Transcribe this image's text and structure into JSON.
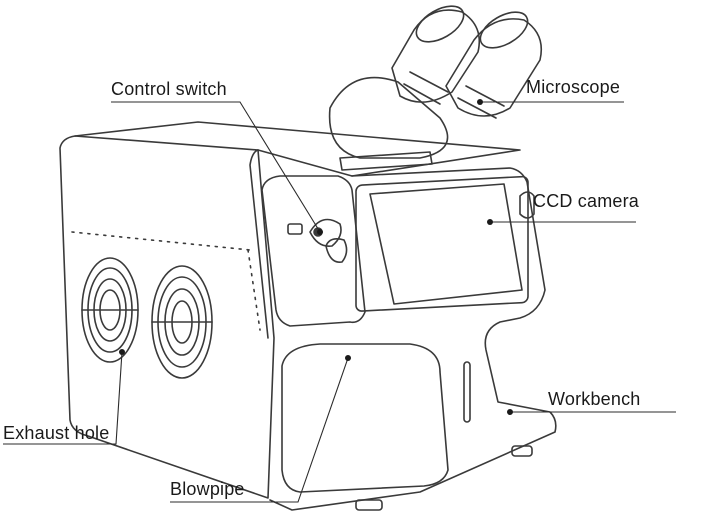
{
  "labels": {
    "control_switch": "Control switch",
    "microscope": "Microscope",
    "ccd_camera": "CCD camera",
    "workbench": "Workbench",
    "exhaust_hole": "Exhaust hole",
    "blowpipe": "Blowpipe"
  },
  "colors": {
    "line": "#2b2b2b",
    "outline": "#3a3a3a",
    "background": "#ffffff"
  }
}
